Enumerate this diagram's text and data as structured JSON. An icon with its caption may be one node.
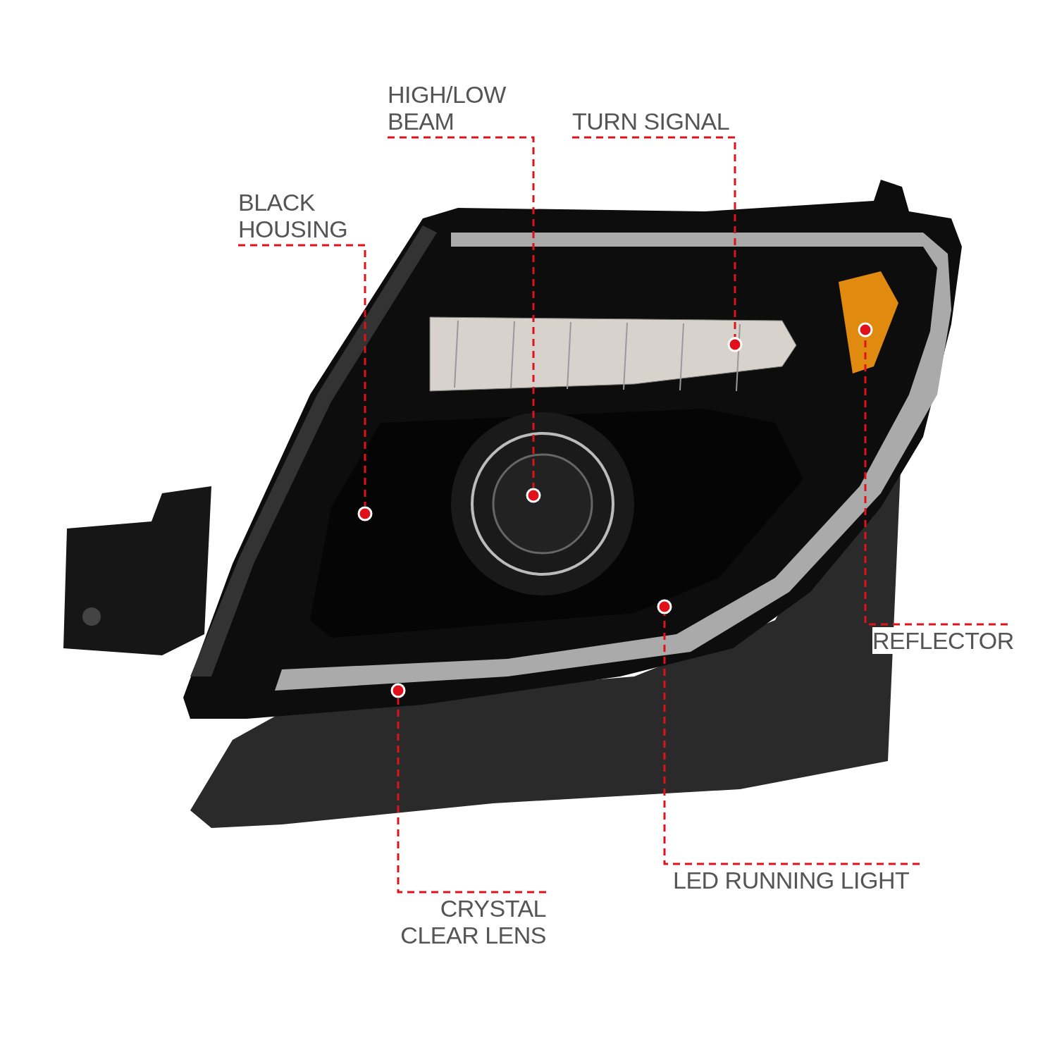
{
  "diagram": {
    "nodes": [
      {
        "text": [
          "BLACK HOUSING"
        ]
      },
      {
        "text": [
          "HIGH/LOW BEAM"
        ]
      },
      {
        "text": [
          "TURN SIGNAL"
        ]
      },
      {
        "text": [
          "REFLECTOR"
        ]
      },
      {
        "text": [
          "LED RUNNING LIGHT"
        ]
      },
      {
        "text": [
          "CRYSTAL CLEAR LENS"
        ]
      },
      {
        "text": [],
        "shape": "circle"
      },
      {
        "text": [],
        "shape": "circle"
      },
      {
        "text": [],
        "shape": "circle"
      },
      {
        "text": [],
        "shape": "circle"
      },
      {
        "text": [],
        "shape": "circle"
      },
      {
        "text": [],
        "shape": "circle"
      }
    ],
    "edges": [
      {
        "from": 0,
        "to": 6,
        "arrow": "none",
        "style": "dashed"
      },
      {
        "from": 1,
        "to": 7,
        "arrow": "none",
        "style": "dashed"
      },
      {
        "from": 2,
        "to": 8,
        "arrow": "none",
        "style": "dashed"
      },
      {
        "from": 3,
        "to": 9,
        "arrow": "none",
        "style": "dashed"
      },
      {
        "from": 4,
        "to": 10,
        "arrow": "none",
        "style": "dashed"
      },
      {
        "from": 5,
        "to": 11,
        "arrow": "none",
        "style": "dashed"
      }
    ]
  }
}
